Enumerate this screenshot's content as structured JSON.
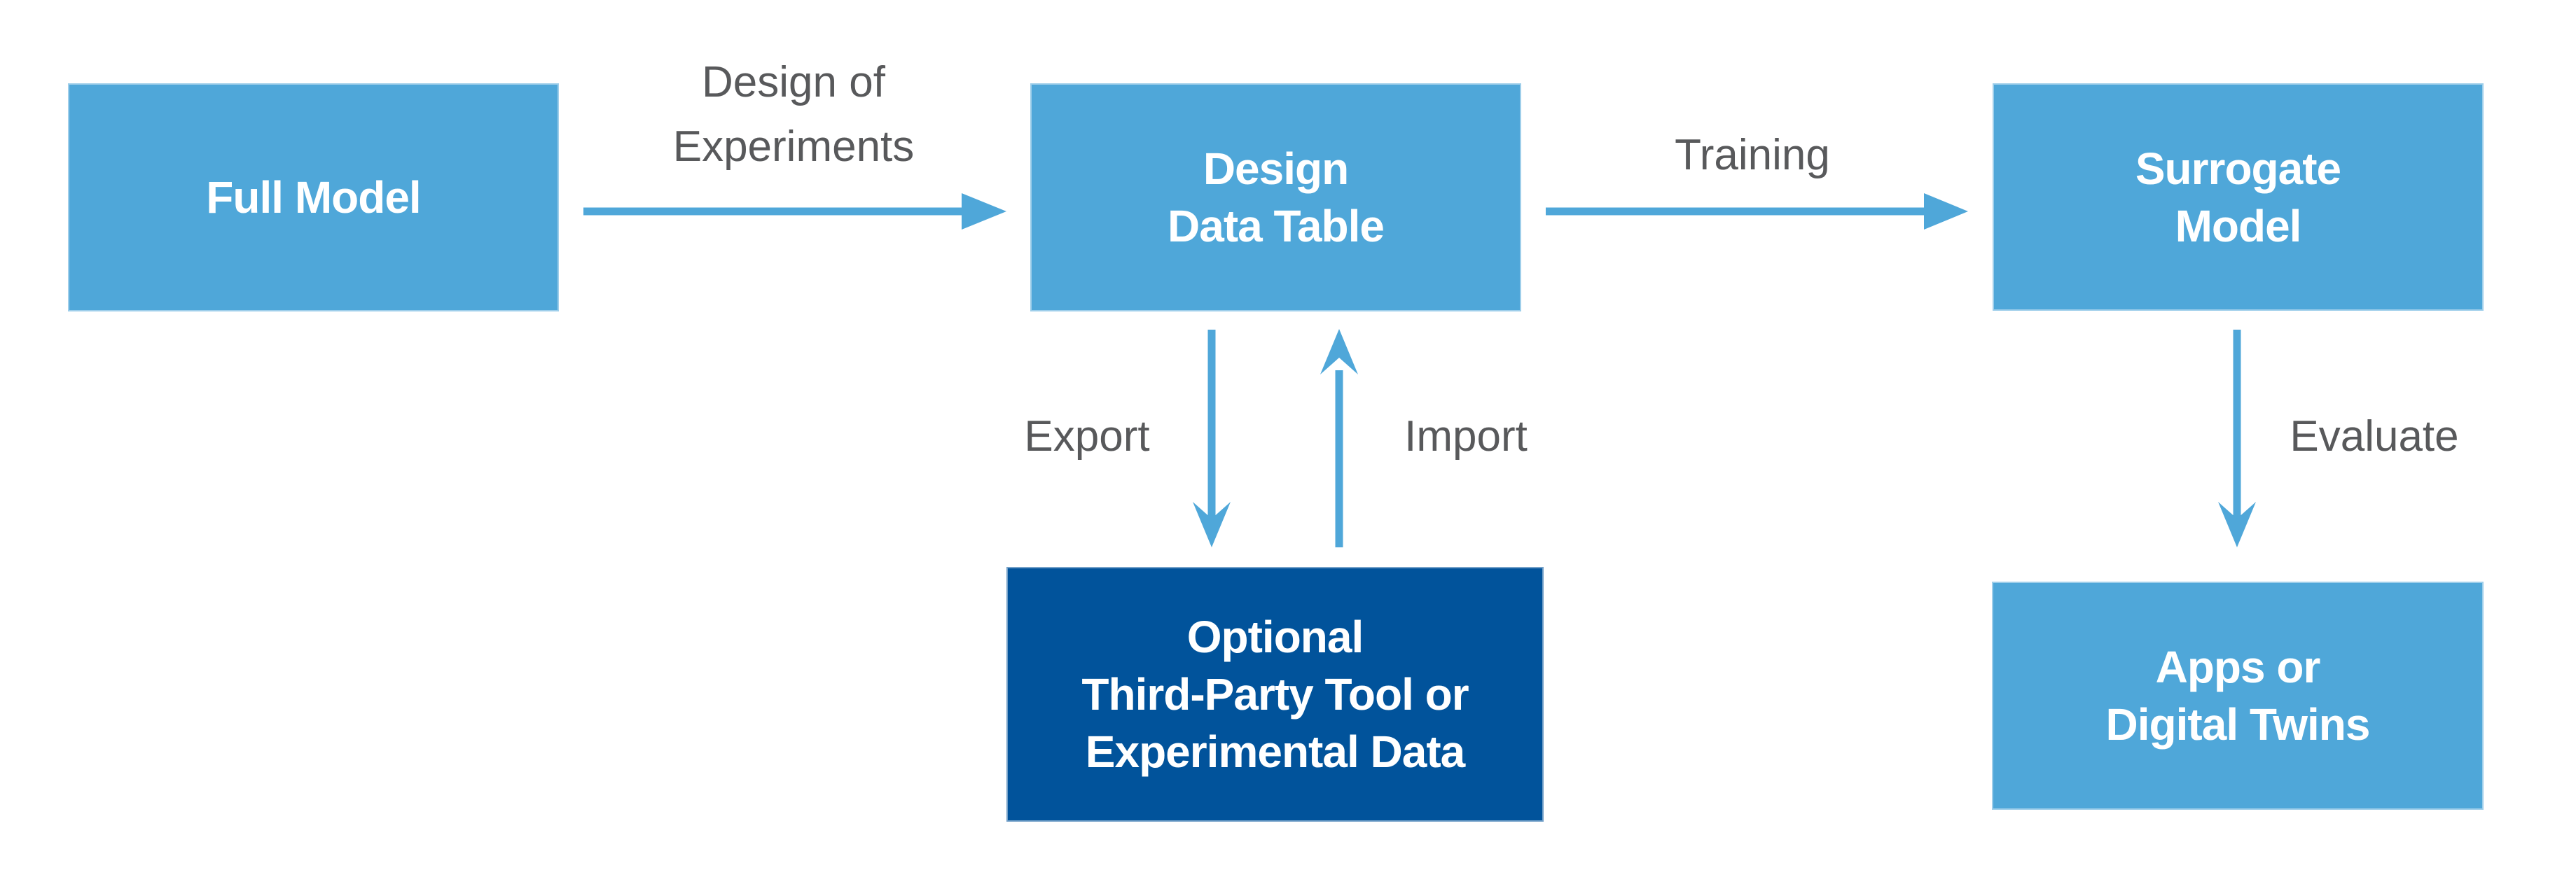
{
  "diagram": {
    "type": "flowchart",
    "nodes": {
      "full_model": {
        "lines": [
          "Full Model"
        ]
      },
      "design_data_table": {
        "lines": [
          "Design",
          "Data Table"
        ]
      },
      "surrogate_model": {
        "lines": [
          "Surrogate",
          "Model"
        ]
      },
      "third_party": {
        "lines": [
          "Optional",
          "Third-Party Tool or",
          "Experimental Data"
        ]
      },
      "apps": {
        "lines": [
          "Apps or",
          "Digital Twins"
        ]
      }
    },
    "edges": {
      "design_of_experiments": {
        "lines": [
          "Design of",
          "Experiments"
        ],
        "from": "full_model",
        "to": "design_data_table",
        "direction": "right"
      },
      "training": {
        "label": "Training",
        "from": "design_data_table",
        "to": "surrogate_model",
        "direction": "right"
      },
      "export": {
        "label": "Export",
        "from": "design_data_table",
        "to": "third_party",
        "direction": "down"
      },
      "import": {
        "label": "Import",
        "from": "third_party",
        "to": "design_data_table",
        "direction": "up"
      },
      "evaluate": {
        "label": "Evaluate",
        "from": "surrogate_model",
        "to": "apps",
        "direction": "down"
      }
    }
  },
  "colors": {
    "light_blue": "#4FA7D9",
    "dark_blue": "#01539B",
    "arrow": "#4FA7D9",
    "label_gray": "#58595B",
    "node_text": "#FFFFFF",
    "background": "#FFFFFF"
  }
}
